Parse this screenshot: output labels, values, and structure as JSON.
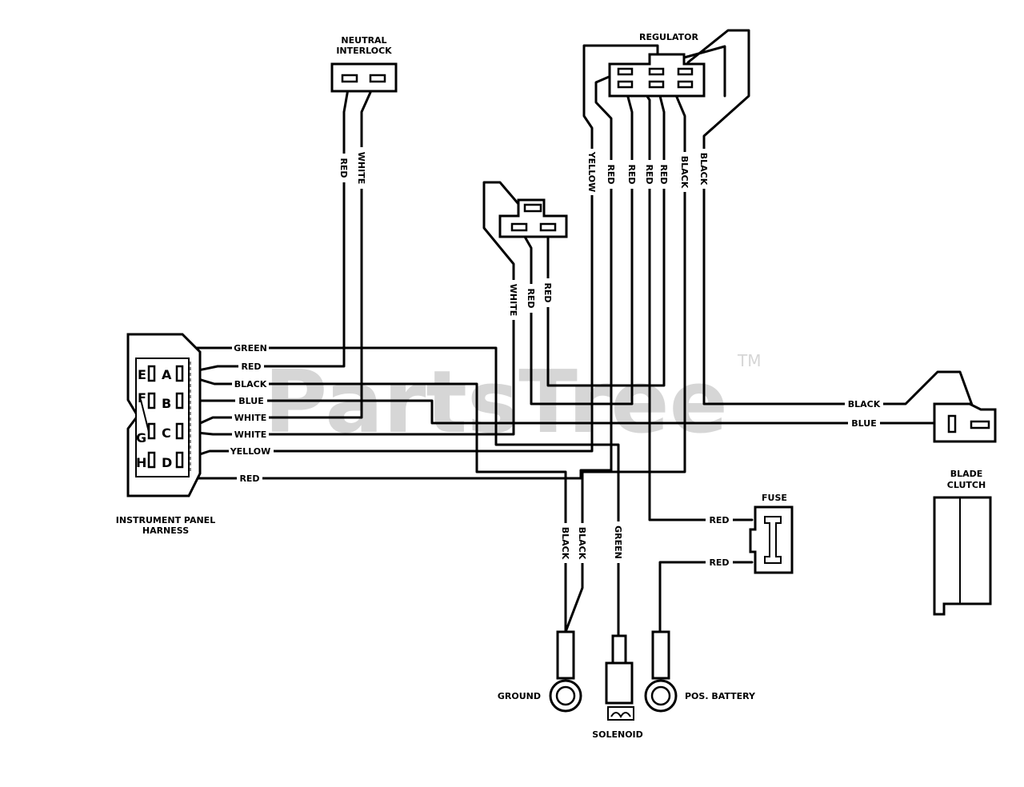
{
  "watermark": {
    "text": "PartsTree",
    "tm": "TM"
  },
  "components": {
    "neutral_interlock": [
      "NEUTRAL",
      "INTERLOCK"
    ],
    "regulator": "REGULATOR",
    "instrument_panel": [
      "INSTRUMENT PANEL",
      "HARNESS"
    ],
    "fuse": "FUSE",
    "blade_clutch": [
      "BLADE",
      "CLUTCH"
    ],
    "ground": "GROUND",
    "solenoid": "SOLENOID",
    "pos_battery": "POS. BATTERY"
  },
  "pins": {
    "E": "E",
    "A": "A",
    "F": "F",
    "B": "B",
    "G": "G",
    "C": "C",
    "H": "H",
    "D": "D"
  },
  "wires": {
    "harness_green": "GREEN",
    "harness_red_1": "RED",
    "harness_black": "BLACK",
    "harness_blue": "BLUE",
    "harness_white_1": "WHITE",
    "harness_white_2": "WHITE",
    "harness_yellow": "YELLOW",
    "harness_red_2": "RED",
    "interlock_red": "RED",
    "interlock_white": "WHITE",
    "switch_white": "WHITE",
    "switch_red_1": "RED",
    "switch_red_2": "RED",
    "reg_yellow": "YELLOW",
    "reg_red_1": "RED",
    "reg_red_2": "RED",
    "reg_red_3": "RED",
    "reg_red_4": "RED",
    "reg_black_1": "BLACK",
    "reg_black_2": "BLACK",
    "clutch_black": "BLACK",
    "clutch_blue": "BLUE",
    "fuse_red_1": "RED",
    "fuse_red_2": "RED",
    "ground_black_1": "BLACK",
    "ground_black_2": "BLACK",
    "solenoid_green": "GREEN"
  }
}
